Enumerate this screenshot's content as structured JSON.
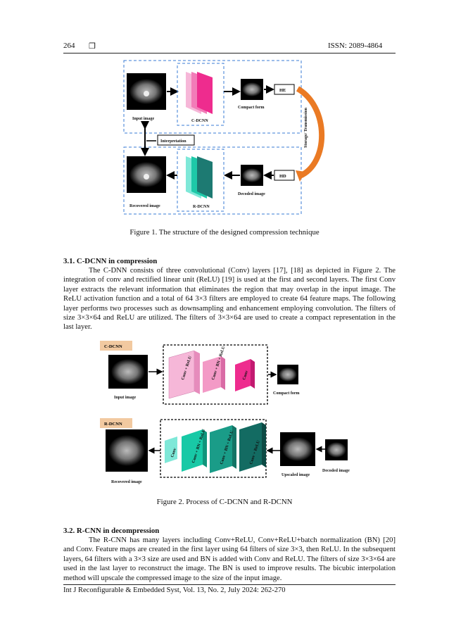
{
  "header": {
    "page_number": "264",
    "separator": "❒",
    "issn": "ISSN: 2089-4864"
  },
  "figure1": {
    "input_image": "Input image",
    "cdcnn": "C-DCNN",
    "compact_form": "Compact form",
    "he": "HE",
    "hd": "HD",
    "storage": "Storage/ Transmission",
    "interpretation": "Interpretation",
    "recovered_image": "Recovered image",
    "rdcnn": "R-DCNN",
    "decoded_image": "Decoded image",
    "caption": "Figure 1. The structure of the designed compression technique"
  },
  "section31": {
    "heading": "3.1.  C-DCNN in compression",
    "paragraph": "The C-DNN consists of three convolutional (Conv) layers [17], [18] as depicted in Figure 2. The integration of conv and rectified linear unit (ReLU) [19] is used at the first and second layers. The first Conv layer extracts the relevant information that eliminates the region that may overlap in the input image. The ReLU activation function and a total of 64 3×3 filters are employed to create 64 feature maps. The following layer performs two processes such as downsampling and enhancement employing convolution. The filters of size 3×3×64 and ReLU are utilized. The filters of 3×3×64 are used to create a compact representation in the last layer."
  },
  "figure2": {
    "cdcnn_tag": "C-DCNN",
    "rdcnn_tag": "R-DCNN",
    "conv_relu": "Conv + ReLU",
    "conv_bn_relu": "Conv + BN + ReLU",
    "conv": "Conv",
    "input_image": "Input image",
    "compact_form": "Compact form",
    "recovered_image": "Recovered image",
    "upscaled_image": "Upscaled image",
    "decoded_image": "Decoded image",
    "caption": "Figure 2. Process of C-DCNN and R-DCNN"
  },
  "section32": {
    "heading": "3.2.  R-CNN in decompression",
    "paragraph": "The R-CNN has many layers including Conv+ReLU, Conv+ReLU+batch normalization (BN) [20] and Conv. Feature maps are created in the first layer using 64 filters of size 3×3, then ReLU. In the subsequent layers, 64 filters with a 3×3 size are used and BN is added with Conv and ReLU. The filters of size 3×3×64 are used in the last layer to reconstruct the image. The BN is used to improve results. The bicubic interpolation method will upscale the compressed image to the size of the input image."
  },
  "footer": {
    "citation": "Int J Reconfigurable & Embedded Syst, Vol. 13, No. 2, July 2024: 262-270"
  }
}
